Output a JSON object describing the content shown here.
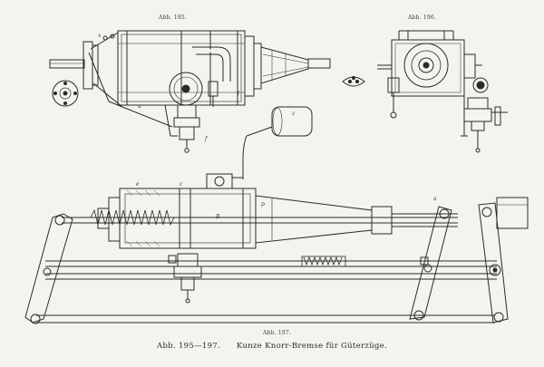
{
  "figure_labels": {
    "fig195": "Abb. 195.",
    "fig196": "Abb. 196.",
    "fig197": "Abb. 197."
  },
  "caption": {
    "figures": "Abb. 195—197.",
    "text": "Kunze Knorr-Bremse für Güterzüge."
  },
  "part_letters": {
    "reservoir": "z",
    "cylinder_B": "B",
    "cylinder_c": "c",
    "chamber_p": "p",
    "valve_l": "l",
    "valve_f": "f",
    "lever_a": "a",
    "link_x": "x",
    "link_u": "u",
    "arm_e": "e"
  },
  "colors": {
    "ink": "#2b2b2b",
    "paper": "#f4f3ee"
  }
}
